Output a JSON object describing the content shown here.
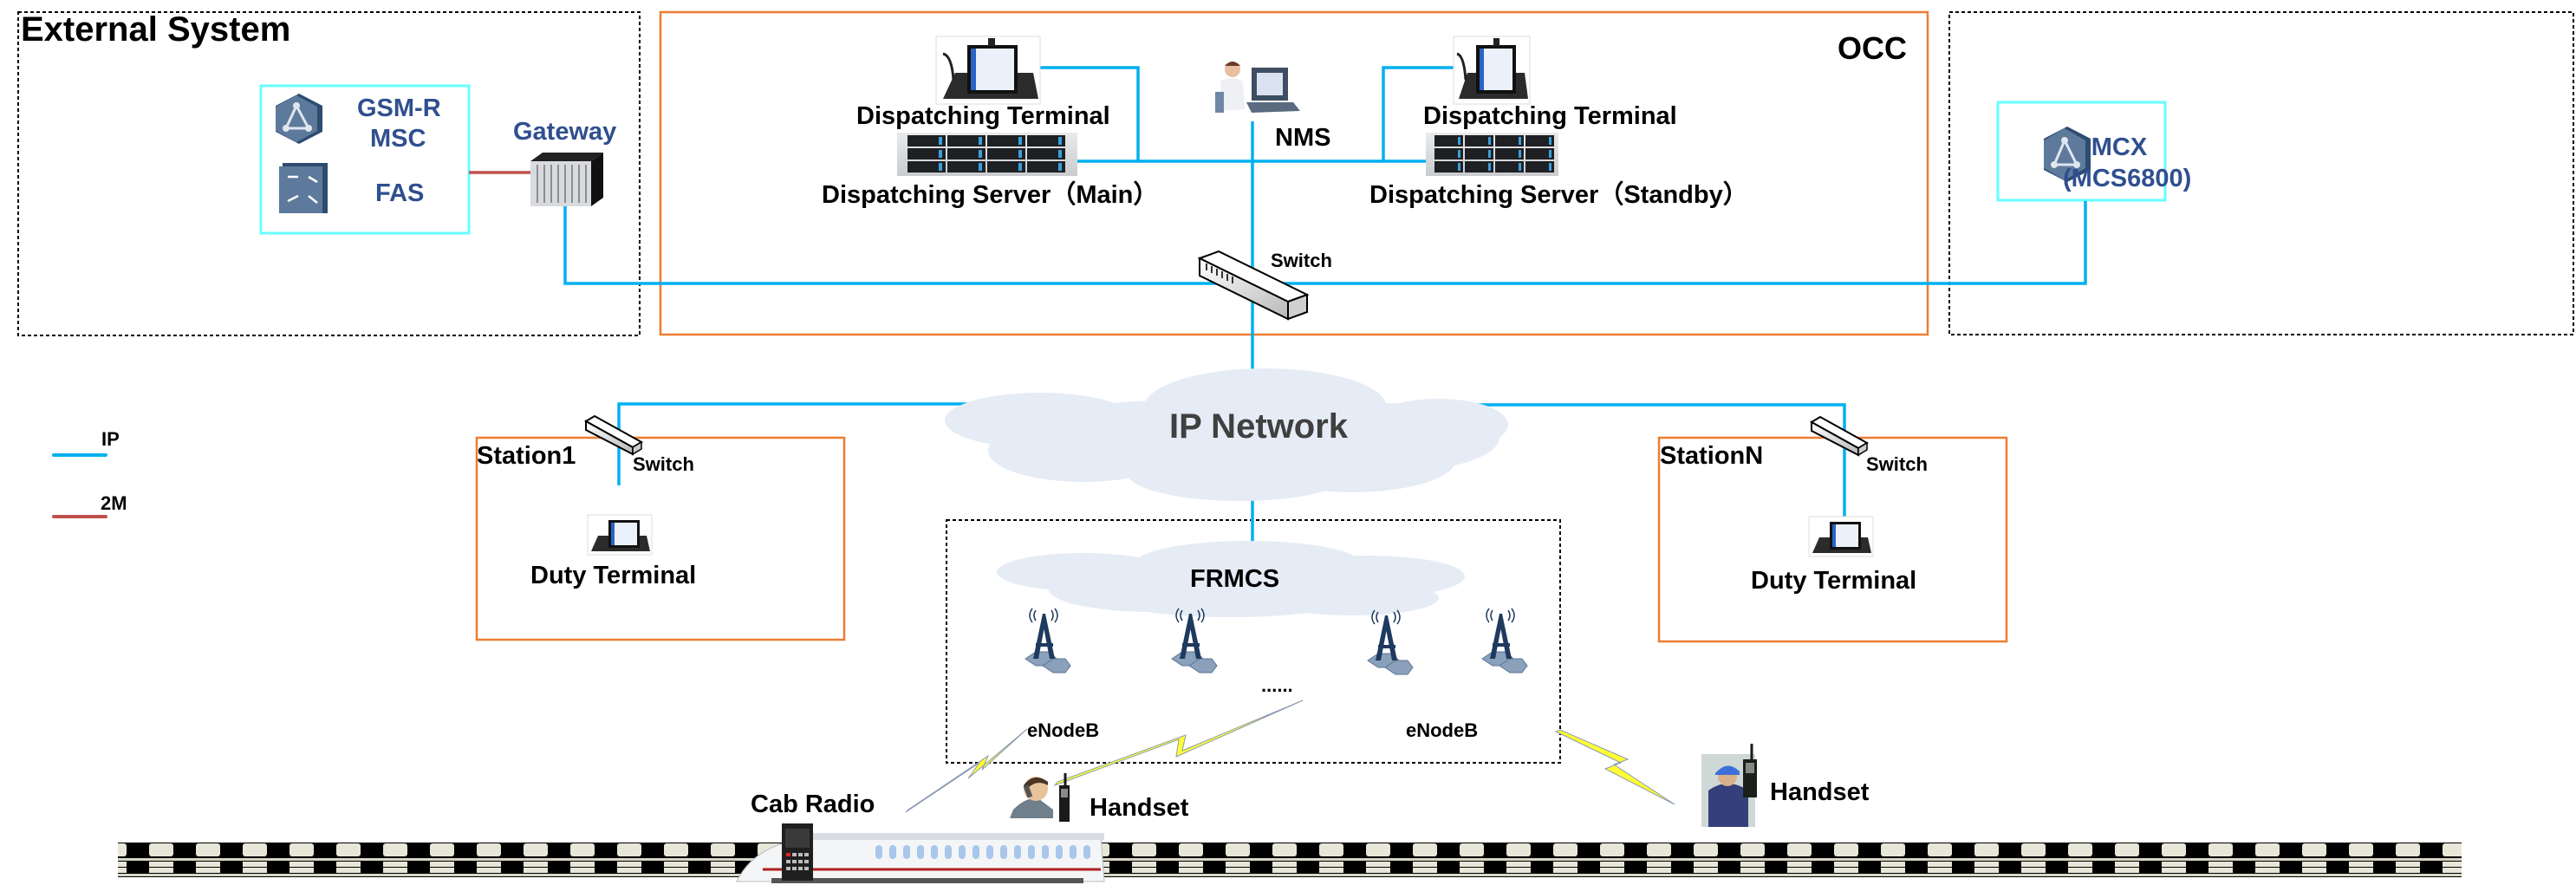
{
  "diagram": {
    "colors": {
      "ip_line": "#00b0f0",
      "link_2m": "#c0504d",
      "occ_border": "#ed7d31",
      "station_border": "#ed7d31",
      "system_box_border": "#66ffff",
      "cloud_fill": "#e6ecf5",
      "device_blue": "#3b5a80",
      "lightning": "#ffff33"
    },
    "legend": {
      "items": [
        {
          "label": "IP",
          "color": "#00b0f0"
        },
        {
          "label": "2M",
          "color": "#c0504d"
        }
      ]
    },
    "external_system": {
      "title": "External System",
      "gsmr_msc_label": "GSM-R\nMSC",
      "gsmr_line1": "GSM-R",
      "gsmr_line2": "MSC",
      "fas_label": "FAS",
      "gateway_label": "Gateway"
    },
    "occ": {
      "title": "OCC",
      "terminal_main_label": "Dispatching Terminal",
      "server_main_label": "Dispatching Server（Main）",
      "terminal_standby_label": "Dispatching Terminal",
      "server_standby_label": "Dispatching Server（Standby）",
      "nms_label": "NMS",
      "switch_label": "Switch"
    },
    "mcx": {
      "line1": "MCX",
      "line2": "(MCS6800)"
    },
    "ip_network": {
      "label": "IP Network"
    },
    "stations": [
      {
        "name": "Station1",
        "switch_label": "Switch",
        "terminal_label": "Duty Terminal"
      },
      {
        "name": "StationN",
        "switch_label": "Switch",
        "terminal_label": "Duty Terminal"
      }
    ],
    "frmcs": {
      "label": "FRMCS",
      "enodeb_labels": [
        "eNodeB",
        "eNodeB"
      ],
      "ellipsis": "......",
      "tower_count": 4
    },
    "terminals": {
      "cab_radio_label": "Cab Radio",
      "handset_left_label": "Handset",
      "handset_right_label": "Handset"
    }
  }
}
